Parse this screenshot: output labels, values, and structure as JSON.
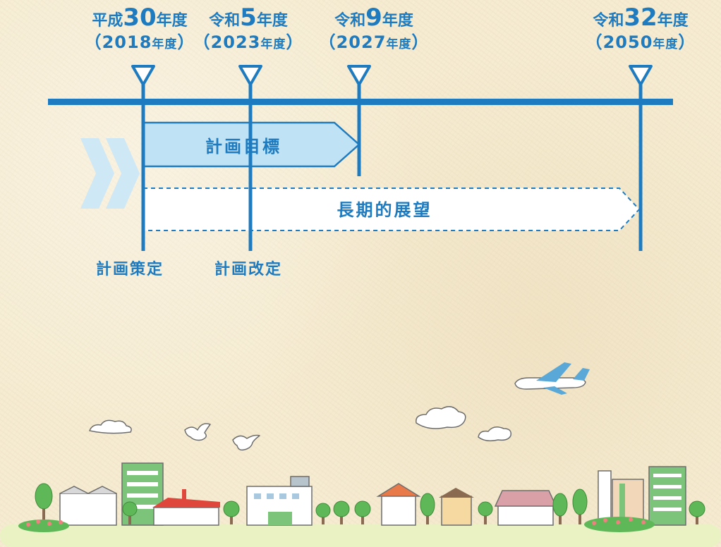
{
  "years": [
    {
      "era": "平成",
      "num": "30",
      "unit": "年度",
      "ad_open": "（",
      "ad_num": "2018",
      "ad_unit": "年度",
      "ad_close": "）"
    },
    {
      "era": "令和",
      "num": "5",
      "unit": "年度",
      "ad_open": "（",
      "ad_num": "2023",
      "ad_unit": "年度",
      "ad_close": "）"
    },
    {
      "era": "令和",
      "num": "9",
      "unit": "年度",
      "ad_open": "（",
      "ad_num": "2027",
      "ad_unit": "年度",
      "ad_close": "）"
    },
    {
      "era": "令和",
      "num": "32",
      "unit": "年度",
      "ad_open": "（",
      "ad_num": "2050",
      "ad_unit": "年度",
      "ad_close": "）"
    }
  ],
  "bars": {
    "plan_target": "計画目標",
    "long_term": "長期的展望"
  },
  "events": {
    "plan_formulation": "計画策定",
    "plan_revision": "計画改定"
  },
  "colors": {
    "accent": "#1e7bbf",
    "target_fill": "#bfe2f5",
    "chevron": "#cfe8f5",
    "ground": "#eaf2c4"
  }
}
